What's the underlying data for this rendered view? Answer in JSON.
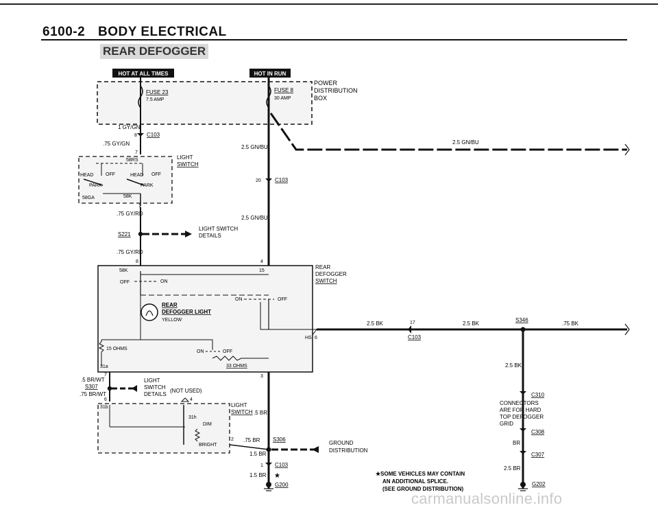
{
  "header": {
    "page_number": "6100-2",
    "section_title": "BODY ELECTRICAL",
    "diagram_title": "REAR DEFOGGER"
  },
  "badges": {
    "hot_all_times": "HOT AT ALL TIMES",
    "hot_in_run": "HOT IN RUN"
  },
  "power_box": {
    "label_line1": "POWER",
    "label_line2": "DISTRIBUTION",
    "label_line3": "BOX",
    "fuse23_name": "FUSE 23",
    "fuse23_rating": "7.5 AMP",
    "fuse8_name": "FUSE 8",
    "fuse8_rating": "30 AMP"
  },
  "wires": {
    "w1": "1 GY/GN",
    "w2": ".75 GY/GN",
    "w3": "2.5 GN/BU",
    "w4": "2.5 GN/BU",
    "w5": "2.5 GN/BU",
    "w6": ".75 GY/RD",
    "w7": ".75 GY/RD",
    "w8": "2.5 BK",
    "w9": "2.5 BK",
    "w10": ".75 BK",
    "w11": "2.5 BK",
    "w12": ".5 BR/WT",
    "w13": ".75 BR/WT",
    "w14": ".5 BR",
    "w15": ".75 BR",
    "w16": "1.5 BR",
    "w17": "1.5 BR",
    "w18": "BR",
    "w19": "2.5 BR"
  },
  "connectors": {
    "c103a": "C103",
    "c103b": "C103",
    "c103c": "C103",
    "c103d": "C103",
    "c310": "C310",
    "c308": "C308",
    "c307": "C307",
    "s221": "S221",
    "s307": "S307",
    "s306": "S306",
    "s346": "S346",
    "g200": "G200",
    "g202": "G202"
  },
  "pins": {
    "p8a": "8",
    "p7a": "7",
    "p20": "20",
    "p1a": "1",
    "p8b": "8",
    "p4": "4",
    "p15": "15",
    "p17": "17",
    "hs": "HS",
    "p6": "6",
    "p3": "3",
    "p7b": "7",
    "p6b": "6",
    "p4b": "4",
    "p2": "2",
    "p1b": "1",
    "p31b": "31b",
    "p31a": "31a"
  },
  "light_switch": {
    "label1": "LIGHT",
    "label2": "SWITCH",
    "t58rs": "58RS",
    "head_l": "HEAD",
    "off_l": "OFF",
    "park_l": "PARK",
    "head_r": "HEAD",
    "off_r": "OFF",
    "park_r": "PARK",
    "t58ga": "58GA",
    "t58k": "58K",
    "details1": "LIGHT SWITCH",
    "details2": "DETAILS"
  },
  "defogger_switch": {
    "label1": "REAR",
    "label2": "DEFOGGER",
    "label3": "SWITCH",
    "t58k": "58K",
    "off1": "OFF",
    "on1": "ON",
    "on2": "ON",
    "off2": "OFF",
    "light1": "REAR",
    "light2": "DEFOGGER LIGHT",
    "light_color": "YELLOW",
    "res": "15 OHMS",
    "on3": "ON",
    "off3": "OFF",
    "ohms33": "33 OHMS"
  },
  "lower_switch": {
    "label1": "LIGHT",
    "label2": "SWITCH",
    "dim": "DIM",
    "bright": "BRIGHT",
    "t31b": "31b",
    "t31h": "31h",
    "details1": "LIGHT",
    "details2": "SWITCH",
    "details3": "DETAILS",
    "not_used": "(NOT USED)"
  },
  "ground": {
    "gd1": "GROUND",
    "gd2": "DISTRIBUTION"
  },
  "grid_note": {
    "line1": "CONNECTORS",
    "line2": "ARE FOR HARD",
    "line3": "TOP DEFOGGER",
    "line4": "GRID"
  },
  "footnote": {
    "line1": "★SOME VEHICLES MAY CONTAIN",
    "line2": "AN ADDITIONAL SPLICE.",
    "line3": "(SEE GROUND DISTRIBUTION)"
  },
  "watermark": "carmanualsonline.info"
}
